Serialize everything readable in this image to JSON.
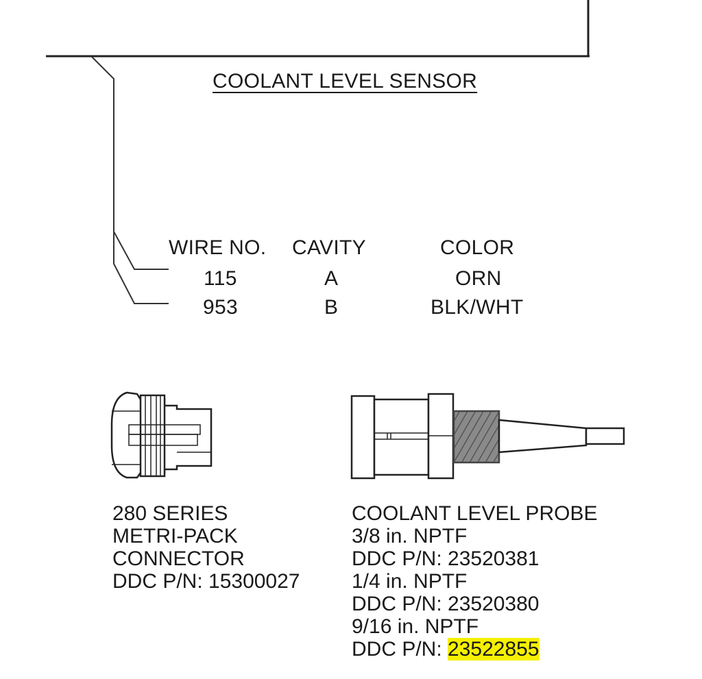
{
  "title": "COOLANT LEVEL SENSOR ",
  "table": {
    "headers": [
      "WIRE NO.",
      "CAVITY",
      "COLOR"
    ],
    "rows": [
      [
        "115",
        "A",
        "ORN"
      ],
      [
        "953",
        "B",
        "BLK/WHT"
      ]
    ]
  },
  "connector": {
    "lines": [
      "280 SERIES",
      "METRI-PACK",
      "CONNECTOR",
      "DDC P/N: 15300027"
    ]
  },
  "probe": {
    "lines": [
      "COOLANT LEVEL PROBE",
      "3/8 in. NPTF",
      "DDC P/N: 23520381",
      "1/4 in. NPTF",
      "DDC P/N: 23520380",
      "9/16 in. NPTF"
    ],
    "last_prefix": "DDC P/N: ",
    "last_highlighted": "23522855",
    "highlight_color": "#f5f000"
  }
}
